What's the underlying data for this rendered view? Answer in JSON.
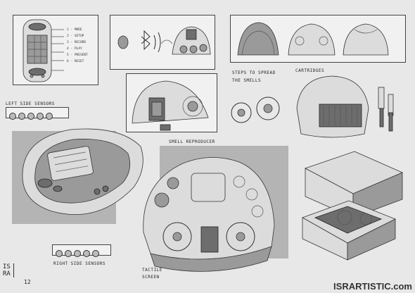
{
  "labels": {
    "left_sensors": "LEFT SIDE SENSORS",
    "right_sensors": "RIGHT SIDE SENSORS",
    "smell_reproducer": "SMELL REPRODUCER",
    "tactile_screen_1": "TACTILE",
    "tactile_screen_2": "SCREEN",
    "steps": "STEPS TO SPREAD",
    "the_smells": "THE SMELLS",
    "cartridges": "CARTRIDGES"
  },
  "menu": [
    "1 - MODE",
    "2 - SETUP",
    "3 - RECORD",
    "4 - PLAY",
    "5 - PRESENT",
    "6 - RESET"
  ],
  "signature": {
    "line1": "IS",
    "line2": "RA",
    "year": "12"
  },
  "watermark": "ISRARTISTIC.com"
}
